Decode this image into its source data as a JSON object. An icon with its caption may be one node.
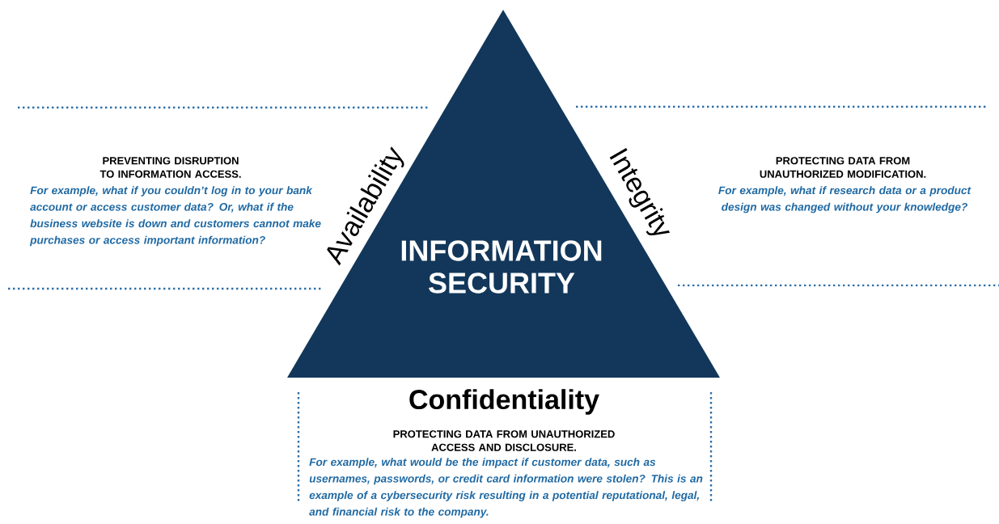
{
  "diagram": {
    "nodes": [
      {
        "text": [
          "INFORMATION SECURITY"
        ]
      }
    ],
    "labels": [
      "Availability",
      "PREVENTING DISRUPTION TO INFORMATION ACCESS.",
      "For example, what if you couldn’t log in to your bank account or access customer data? Or, what if the business website is down and customers cannot make purchases or access important information?",
      "Integrity",
      "PROTECTING DATA FROM UNAUTHORIZED MODIFICATION.",
      "For example, what if research data or a product design was changed without your knowledge?",
      "Confidentiality",
      "PROTECTING DATA FROM UNAUTHORIZED ACCESS AND DISCLOSURE.",
      "For example, what would be the impact if customer data, such as usernames, passwords, or credit card information were stolen? This is an example of a cybersecurity risk resulting in a potential reputational, legal, and financial risk to the company."
    ]
  }
}
